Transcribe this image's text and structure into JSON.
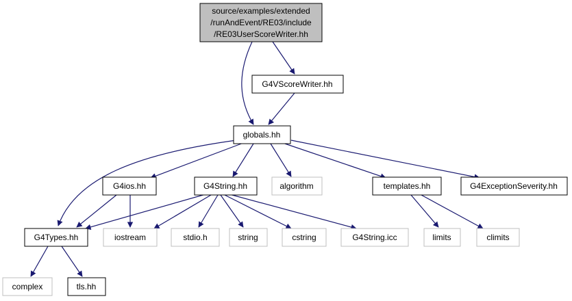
{
  "root": {
    "lines": [
      "source/examples/extended",
      "/runAndEvent/RE03/include",
      "/RE03UserScoreWriter.hh"
    ]
  },
  "nodes": {
    "g4vscorewriter": "G4VScoreWriter.hh",
    "globals": "globals.hh",
    "g4ios": "G4ios.hh",
    "g4string": "G4String.hh",
    "algorithm": "algorithm",
    "templates": "templates.hh",
    "g4exceptionseverity": "G4ExceptionSeverity.hh",
    "g4types": "G4Types.hh",
    "iostream": "iostream",
    "stdio": "stdio.h",
    "string": "string",
    "cstring": "cstring",
    "g4stringicc": "G4String.icc",
    "limits": "limits",
    "climits": "climits",
    "complex": "complex",
    "tls": "tls.hh"
  },
  "colors": {
    "edge": "#191970",
    "root_fill": "#bfbfbf",
    "node_border": "#000000",
    "external_border": "#bfbfbf",
    "background": "#ffffff"
  }
}
